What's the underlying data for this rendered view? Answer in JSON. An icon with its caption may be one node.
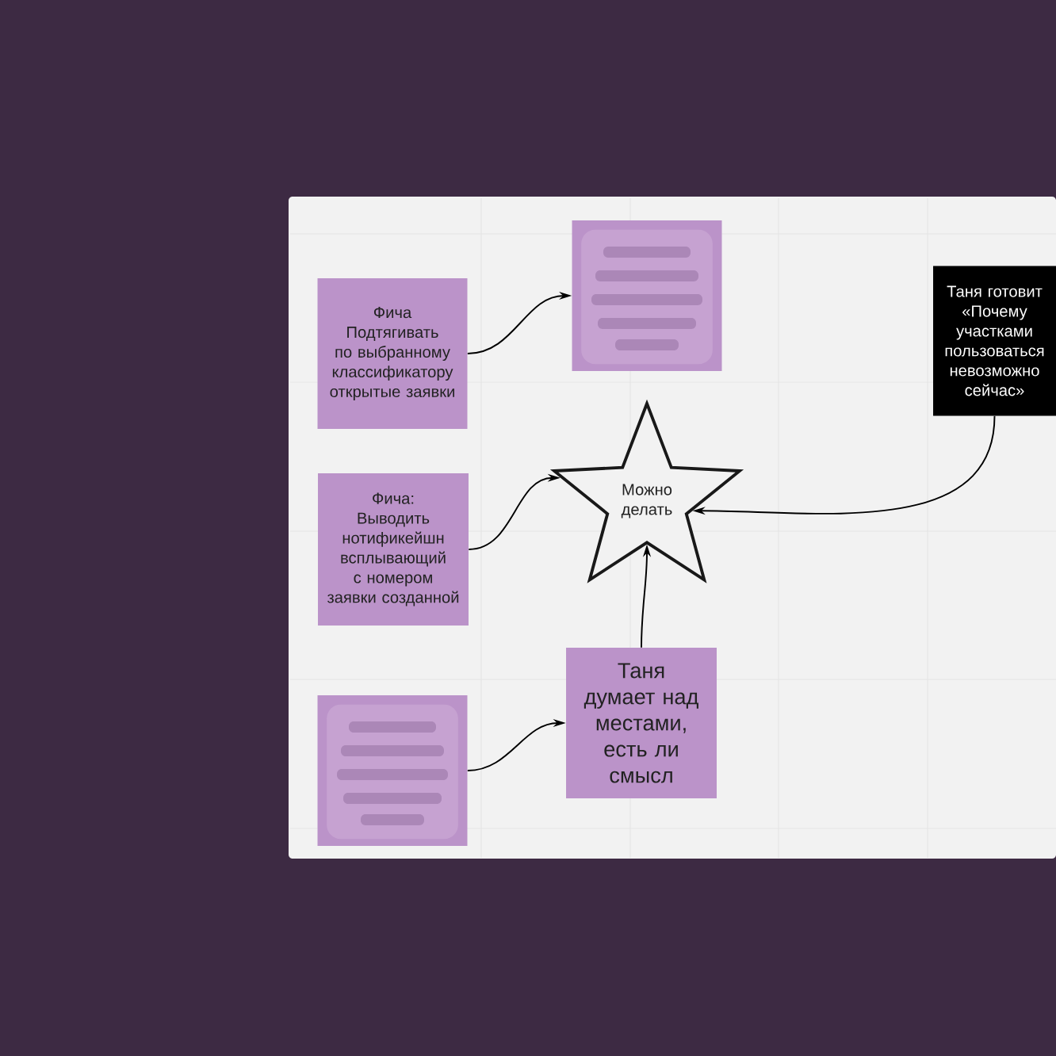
{
  "diagram": {
    "nodes": [
      {
        "text": [
          "Фича",
          "Подтягивать по выбранному классификатору открытые заявки"
        ]
      },
      {
        "text": [],
        "shape": "box"
      },
      {
        "text": [
          "Таня готовит «Почему участками пользоваться невозможно сейчас»"
        ]
      },
      {
        "text": [
          "Фича:",
          "Выводить нотификейшн всплывающий с номером заявки созданной"
        ]
      },
      {
        "text": [
          "Можно делать"
        ]
      },
      {
        "text": [],
        "shape": "box"
      },
      {
        "text": [
          "Таня думает над местами, есть ли смысл"
        ]
      }
    ],
    "edges": [
      {
        "from": 0,
        "to": 1,
        "arrow": "to"
      },
      {
        "from": 3,
        "to": 4,
        "arrow": "to"
      },
      {
        "from": 2,
        "to": 4,
        "arrow": "to"
      },
      {
        "from": 6,
        "to": 4,
        "arrow": "to"
      },
      {
        "from": 5,
        "to": 6,
        "arrow": "to"
      }
    ]
  }
}
